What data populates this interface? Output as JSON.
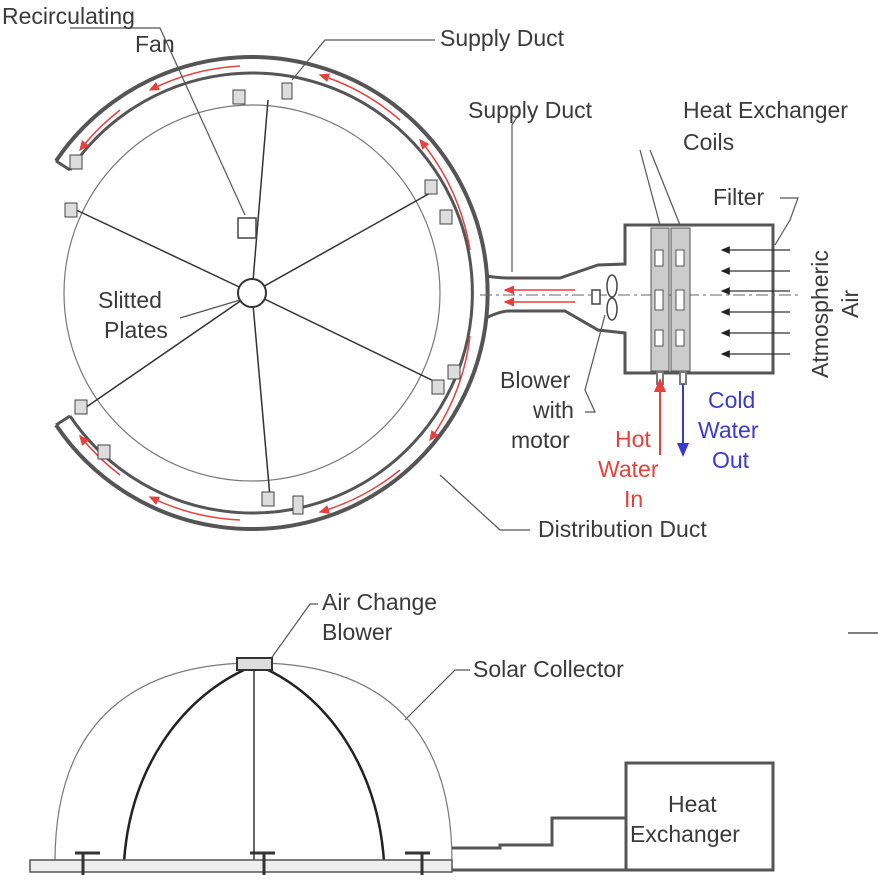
{
  "top_view": {
    "recirculating_fan": [
      "Recirculating",
      "Fan"
    ],
    "supply_duct_top": "Supply Duct",
    "supply_duct_side": "Supply Duct",
    "heat_exchanger_coils": [
      "Heat Exchanger",
      "Coils"
    ],
    "filter": "Filter",
    "atmospheric_air": [
      "Atmospheric",
      "Air"
    ],
    "slitted_plates": [
      "Slitted",
      "Plates"
    ],
    "blower_with_motor": [
      "Blower",
      "with",
      "motor"
    ],
    "hot_water_in": [
      "Hot",
      "Water",
      "In"
    ],
    "cold_water_out": [
      "Cold",
      "Water",
      "Out"
    ],
    "distribution_duct": "Distribution Duct"
  },
  "side_view": {
    "air_change_blower": [
      "Air Change",
      "Blower"
    ],
    "solar_collector": "Solar Collector",
    "heat_exchanger": [
      "Heat",
      "Exchanger"
    ]
  },
  "colors": {
    "airflow": "#e8403c",
    "hot_water": "#e8403c",
    "cold_water": "#3a3ad0",
    "lines": "#444444"
  }
}
